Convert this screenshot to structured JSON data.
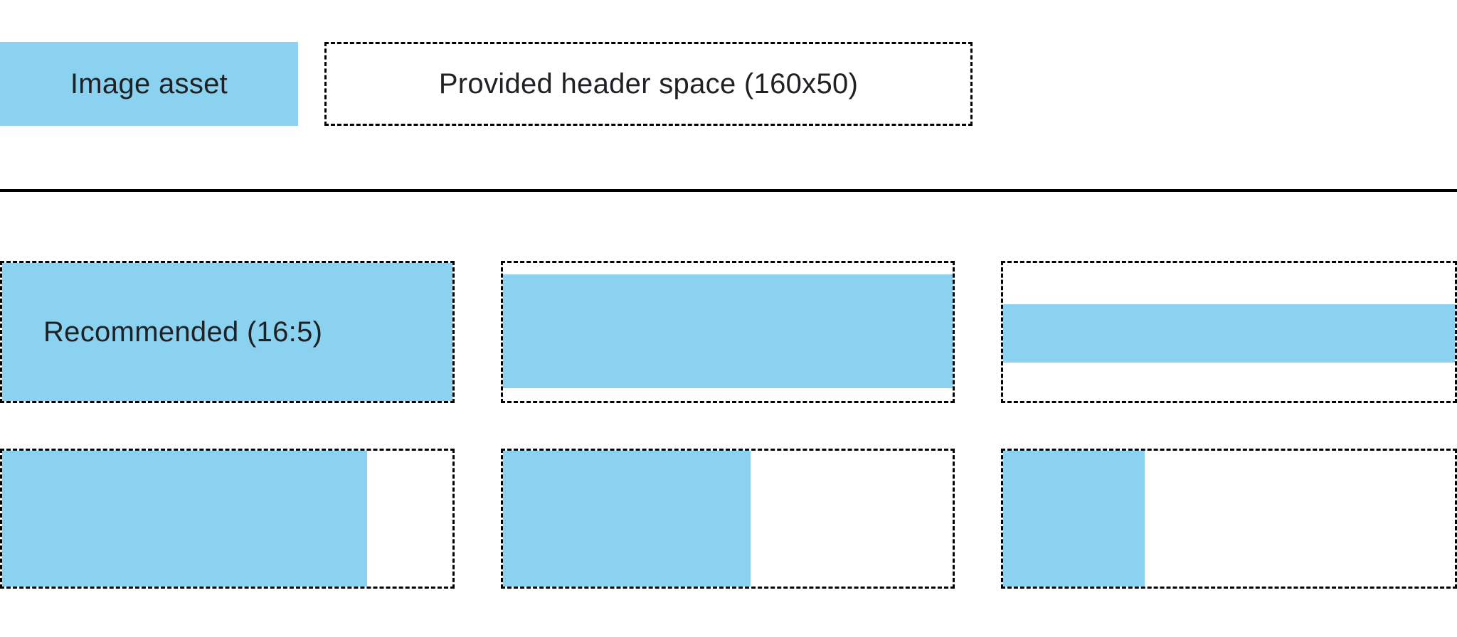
{
  "colors": {
    "accent": "#8AD2F0",
    "border": "#000000",
    "text": "#202124"
  },
  "legend": {
    "image_asset_label": "Image asset",
    "header_space_label": "Provided header space (160x50)"
  },
  "examples": {
    "recommended_label": "Recommended (16:5)"
  }
}
